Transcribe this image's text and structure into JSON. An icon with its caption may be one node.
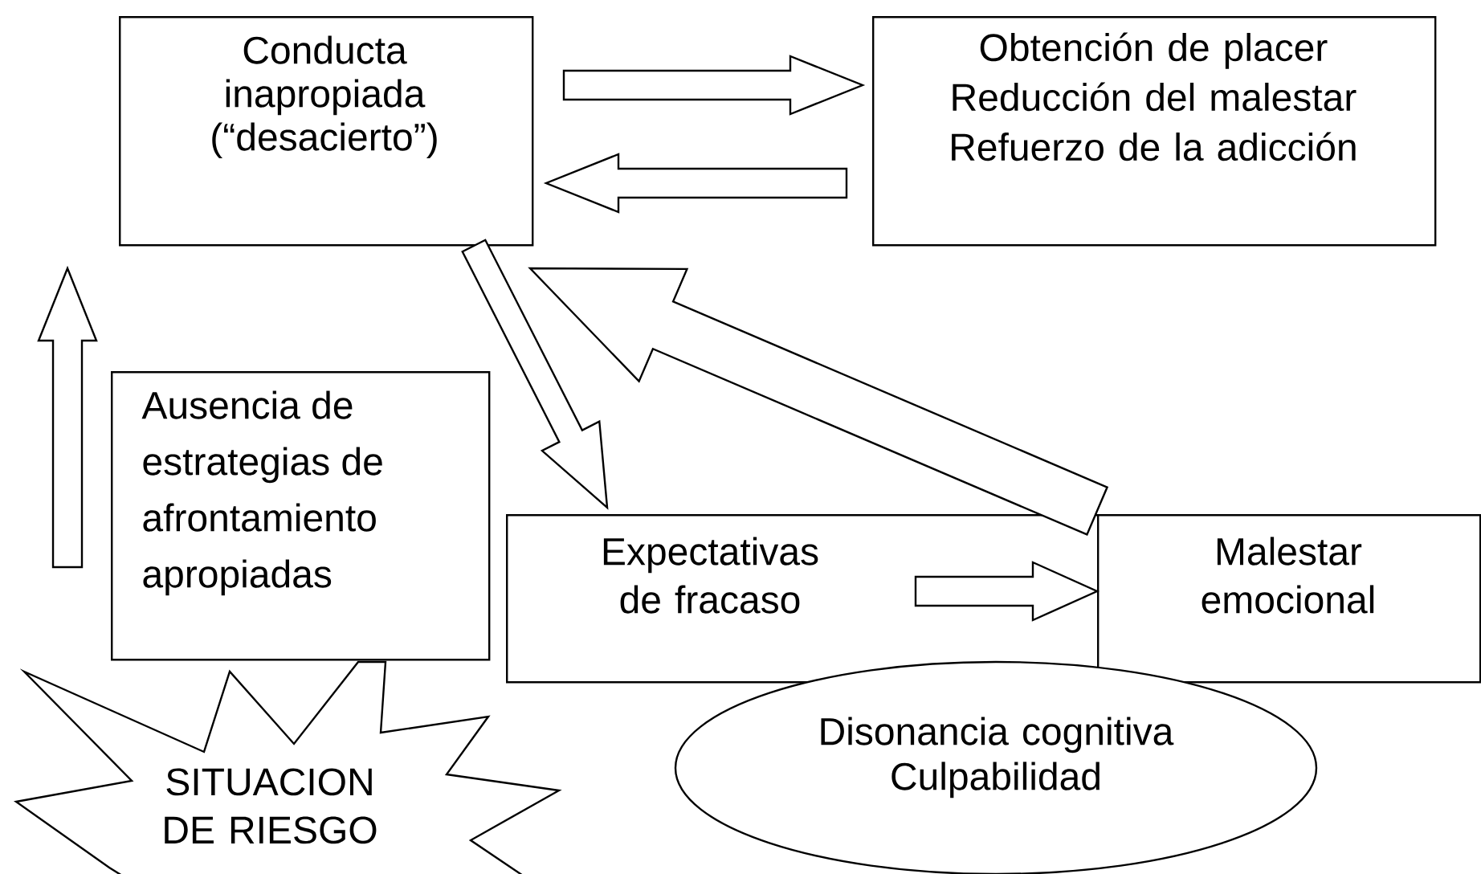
{
  "diagram": {
    "nodes": [
      {
        "text": [
          "Conducta inapropiada (“desacierto”)"
        ]
      },
      {
        "text": [
          "Obtención de placer",
          "Reducción del malestar",
          "Refuerzo de la adicción"
        ]
      },
      {
        "text": [
          "Ausencia de estrategias de afrontamiento apropiadas"
        ]
      },
      {
        "text": [
          "Expectativas de fracaso"
        ]
      },
      {
        "text": [
          "Malestar emocional"
        ]
      },
      {
        "text": [
          "Disonancia cognitiva",
          "Culpabilidad"
        ]
      },
      {
        "text": [
          "SITUACION DE RIESGO"
        ]
      }
    ],
    "edges": [
      {
        "from": 0,
        "to": 1,
        "arrow": "to"
      },
      {
        "from": 1,
        "to": 0,
        "arrow": "to"
      },
      {
        "from": 0,
        "to": 3,
        "arrow": "to"
      },
      {
        "from": 4,
        "to": 0,
        "arrow": "to"
      },
      {
        "from": 2,
        "to": 0,
        "arrow": "to"
      },
      {
        "from": 3,
        "to": 4,
        "arrow": "to"
      }
    ]
  }
}
